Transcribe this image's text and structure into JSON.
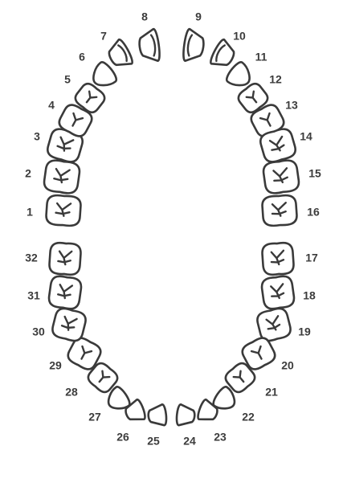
{
  "chart": {
    "upper_labels": [
      "1",
      "2",
      "3",
      "4",
      "5",
      "6",
      "7",
      "8",
      "9",
      "10",
      "11",
      "12",
      "13",
      "14",
      "15",
      "16"
    ],
    "lower_labels": [
      "17",
      "18",
      "19",
      "20",
      "21",
      "22",
      "23",
      "24",
      "25",
      "26",
      "27",
      "28",
      "29",
      "30",
      "31",
      "32"
    ]
  },
  "colors": {
    "outline": "#3a3a3a",
    "label": "#3c3c3c",
    "background": "#ffffff"
  }
}
